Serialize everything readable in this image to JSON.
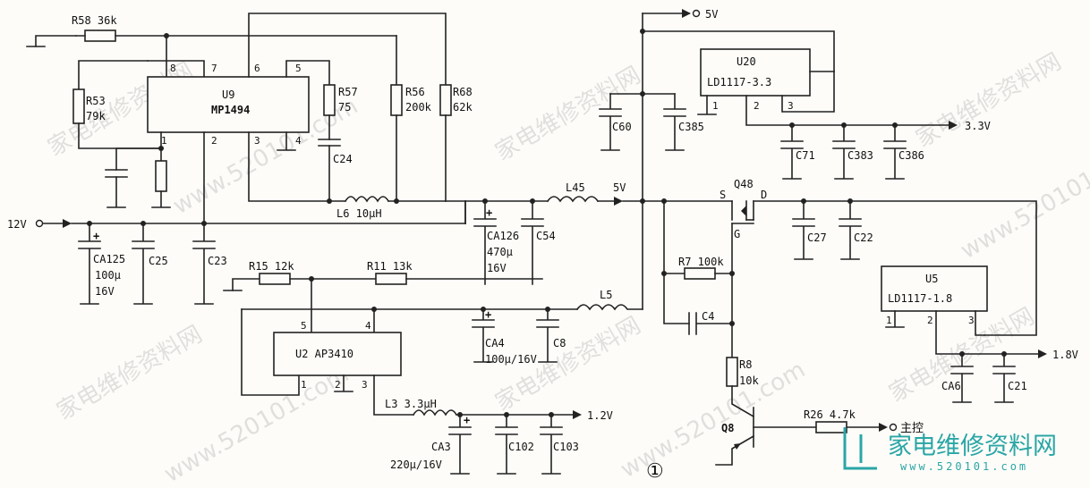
{
  "nets": {
    "v12": "12V",
    "v5": "5V",
    "v5_mid": "5V",
    "v3_3": "3.3V",
    "v1_8": "1.8V",
    "v1_2": "1.2V",
    "main_ctrl": "主控"
  },
  "ics": {
    "u9": {
      "ref": "U9",
      "part": "MP1494",
      "pins": [
        "8",
        "7",
        "6",
        "5",
        "1",
        "2",
        "3",
        "4"
      ]
    },
    "u2": {
      "ref": "U2 AP3410",
      "pins": [
        "5",
        "4",
        "1",
        "2",
        "3"
      ]
    },
    "u20": {
      "ref": "U20",
      "part": "LD1117-3.3",
      "pins": [
        "1",
        "2",
        "3"
      ]
    },
    "u5": {
      "ref": "U5",
      "part": "LD1117-1.8",
      "pins": [
        "1",
        "2",
        "3"
      ]
    }
  },
  "resistors": {
    "r58": "R58 36k",
    "r53_ref": "R53",
    "r53_val": "79k",
    "r57_ref": "R57",
    "r57_val": "75",
    "r56_ref": "R56",
    "r56_val": "200k",
    "r68_ref": "R68",
    "r68_val": "62k",
    "r15": "R15 12k",
    "r11": "R11 13k",
    "r7": "R7 100k",
    "r8_ref": "R8",
    "r8_val": "10k",
    "r26": "R26 4.7k"
  },
  "capacitors": {
    "c24": "C24",
    "ca125": [
      "CA125",
      "100μ",
      "16V"
    ],
    "c25": "C25",
    "c23": "C23",
    "ca126": [
      "CA126",
      "470μ",
      "16V"
    ],
    "c54": "C54",
    "c60": "C60",
    "c385": "C385",
    "c71": "C71",
    "c383": "C383",
    "c386": "C386",
    "c27": "C27",
    "c22": "C22",
    "c4": "C4",
    "ca4": [
      "CA4",
      "100μ/16V"
    ],
    "c8": "C8",
    "ca6": "CA6",
    "c21": "C21",
    "ca3": [
      "CA3",
      "220μ/16V"
    ],
    "c102": "C102",
    "c103": "C103"
  },
  "inductors": {
    "l6": "L6 10μH",
    "l45": "L45",
    "l5": "L5",
    "l3": "L3 3.3μH"
  },
  "transistors": {
    "q48": "Q48",
    "q48_s": "S",
    "q48_d": "D",
    "q48_g": "G",
    "q8": "Q8"
  },
  "figure_number": "①",
  "watermark": {
    "cjk": "家电维修资料网",
    "url": "www.520101.com"
  },
  "logo": {
    "text": "家电维修资料网",
    "url": "www.520101.com"
  },
  "colors": {
    "ink": "#222222",
    "paper": "#fdfcf8",
    "logo": "#2aa6a6",
    "watermark": "#c9c9c9"
  }
}
